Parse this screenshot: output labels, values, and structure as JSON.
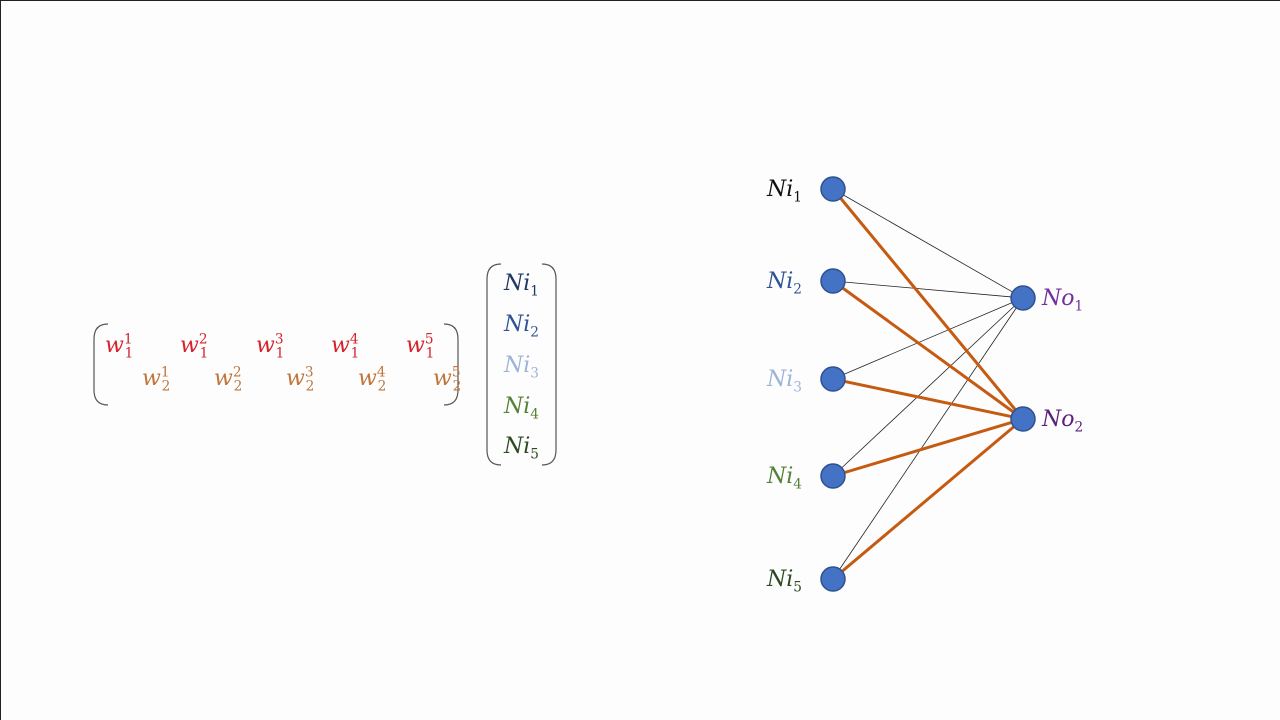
{
  "colors": {
    "w1": "#d4222a",
    "w2": "#c0743a",
    "ni1": "#111111",
    "ni2": "#2f5496",
    "ni3": "#9db3d9",
    "ni4": "#548235",
    "ni5": "#2e4a22",
    "no1": "#7030a0",
    "no2": "#5c1f7a",
    "node_fill": "#4472c4",
    "node_stroke": "#2f528f",
    "orange_edge": "#c55a11",
    "thin_edge": "#222222",
    "matrix_text_ni1": "#1f3864",
    "bracket": "#555555"
  },
  "weight_matrix": {
    "row1": [
      {
        "base": "w",
        "sub": "1",
        "sup": "1"
      },
      {
        "base": "w",
        "sub": "1",
        "sup": "2"
      },
      {
        "base": "w",
        "sub": "1",
        "sup": "3"
      },
      {
        "base": "w",
        "sub": "1",
        "sup": "4"
      },
      {
        "base": "w",
        "sub": "1",
        "sup": "5"
      }
    ],
    "row2": [
      {
        "base": "w",
        "sub": "2",
        "sup": "1"
      },
      {
        "base": "w",
        "sub": "2",
        "sup": "2"
      },
      {
        "base": "w",
        "sub": "2",
        "sup": "3"
      },
      {
        "base": "w",
        "sub": "2",
        "sup": "4"
      },
      {
        "base": "w",
        "sub": "2",
        "sup": "5"
      }
    ]
  },
  "input_vector": [
    {
      "base": "Ni",
      "sub": "1"
    },
    {
      "base": "Ni",
      "sub": "2"
    },
    {
      "base": "Ni",
      "sub": "3"
    },
    {
      "base": "Ni",
      "sub": "4"
    },
    {
      "base": "Ni",
      "sub": "5"
    }
  ],
  "network": {
    "inputs": [
      {
        "base": "Ni",
        "sub": "1"
      },
      {
        "base": "Ni",
        "sub": "2"
      },
      {
        "base": "Ni",
        "sub": "3"
      },
      {
        "base": "Ni",
        "sub": "4"
      },
      {
        "base": "Ni",
        "sub": "5"
      }
    ],
    "outputs": [
      {
        "base": "No",
        "sub": "1"
      },
      {
        "base": "No",
        "sub": "2"
      }
    ],
    "highlighted_output": 2
  }
}
